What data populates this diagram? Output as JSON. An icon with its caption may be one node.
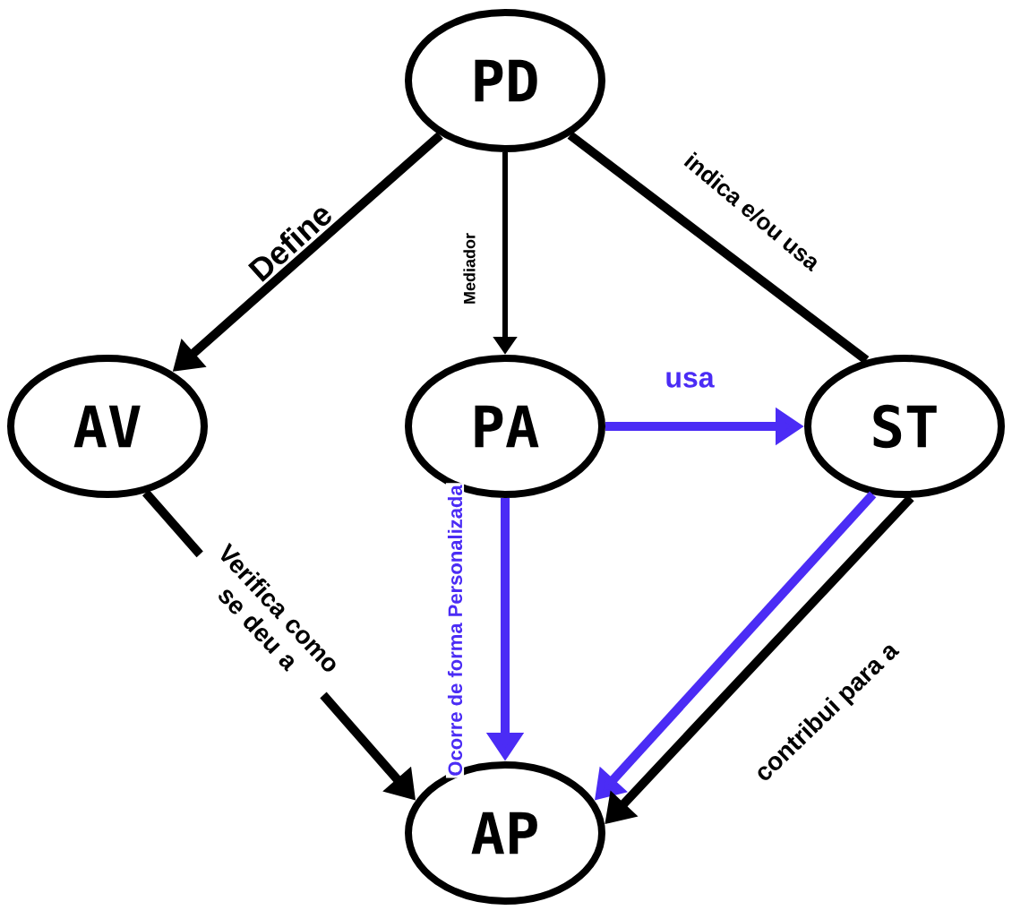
{
  "diagram": {
    "nodes": [
      {
        "text": [
          "PD"
        ]
      },
      {
        "text": [
          "AV"
        ]
      },
      {
        "text": [
          "PA"
        ]
      },
      {
        "text": [
          "ST"
        ]
      },
      {
        "text": [
          "AP"
        ]
      }
    ],
    "edges": [
      {
        "from": 0,
        "to": 1,
        "arrow": "to",
        "label": "Define"
      },
      {
        "from": 0,
        "to": 2,
        "arrow": "to",
        "label": "Mediador"
      },
      {
        "from": 0,
        "to": 3,
        "arrow": "none",
        "label": "indica e/ou usa"
      },
      {
        "from": 2,
        "to": 3,
        "arrow": "to",
        "label": "usa",
        "color": "#4b2cf5"
      },
      {
        "from": 1,
        "to": 4,
        "arrow": "to",
        "label": "Verifica como se deu a"
      },
      {
        "from": 2,
        "to": 4,
        "arrow": "to",
        "label": "Ocorre de forma Personalizada",
        "color": "#4b2cf5"
      },
      {
        "from": 3,
        "to": 4,
        "arrow": "to",
        "color": "#4b2cf5"
      },
      {
        "from": 3,
        "to": 4,
        "arrow": "to",
        "label": "contribui para a"
      }
    ]
  }
}
